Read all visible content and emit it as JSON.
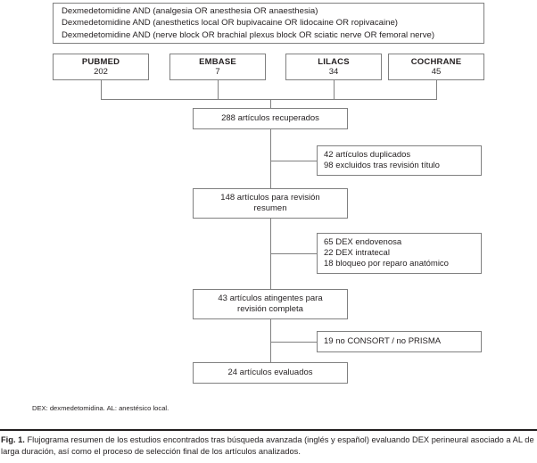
{
  "figure": {
    "query_box": {
      "lines": [
        "Dexmedetomidine AND (analgesia OR anesthesia OR anaesthesia)",
        "Dexmedetomidine AND (anesthetics local OR bupivacaine OR lidocaine OR ropivacaine)",
        "Dexmedetomidine AND (nerve block OR brachial plexus block OR sciatic nerve OR femoral nerve)"
      ]
    },
    "databases": [
      {
        "name": "PUBMED",
        "count": "202"
      },
      {
        "name": "EMBASE",
        "count": "7"
      },
      {
        "name": "LILACS",
        "count": "34"
      },
      {
        "name": "COCHRANE",
        "count": "45"
      }
    ],
    "flow": {
      "retrieved": {
        "lines": [
          "288 artículos recuperados"
        ]
      },
      "abstract_review": {
        "lines": [
          "148 artículos para revisión",
          "resumen"
        ]
      },
      "full_review": {
        "lines": [
          "43 artículos atingentes para",
          "revisión completa"
        ]
      },
      "evaluated": {
        "lines": [
          "24 artículos evaluados"
        ]
      }
    },
    "exclusions": {
      "stage1": {
        "lines": [
          "42 artículos duplicados",
          "98 excluidos tras revisión título"
        ]
      },
      "stage2": {
        "lines": [
          "65 DEX endovenosa",
          "22 DEX intratecal",
          "18 bloqueo por reparo anatómico"
        ]
      },
      "stage3": {
        "lines": [
          "19 no CONSORT / no PRISMA"
        ]
      }
    },
    "footnote": "DEX: dexmedetomidina. AL: anestésico local.",
    "caption": {
      "label": "Fig. 1.",
      "text": "Flujograma resumen de los estudios encontrados tras búsqueda avanzada (inglés y español) evaluando DEX perineural asociado a AL de larga duración, así como el proceso de selección final de los artículos analizados."
    },
    "colors": {
      "border": "#808080",
      "text": "#231f20",
      "background": "#ffffff"
    }
  }
}
